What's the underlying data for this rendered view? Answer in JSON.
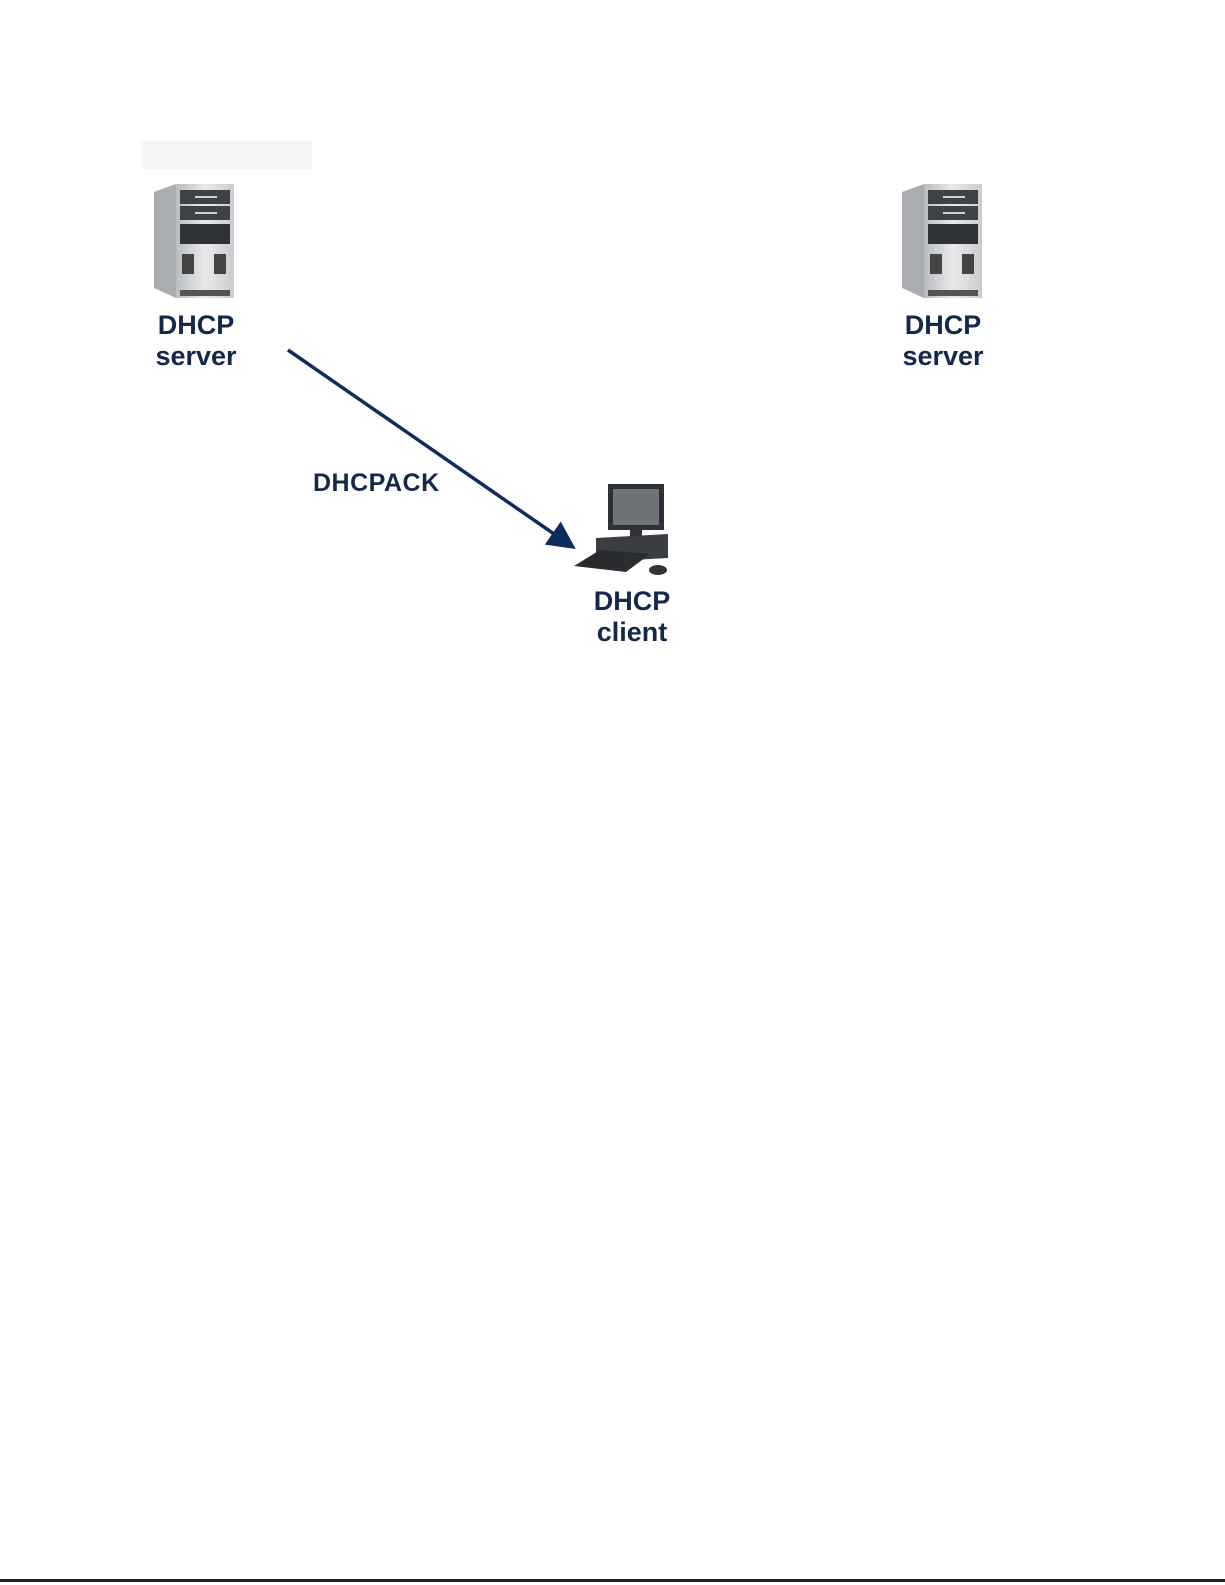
{
  "diagram": {
    "servers": [
      {
        "line1": "DHCP",
        "line2": "server"
      },
      {
        "line1": "DHCP",
        "line2": "server"
      }
    ],
    "client": {
      "line1": "DHCP",
      "line2": "client"
    },
    "message": {
      "label": "DHCPACK",
      "from": "server-left",
      "to": "client"
    },
    "colors": {
      "text": "#14284a",
      "arrow": "#0f2d5a"
    }
  }
}
